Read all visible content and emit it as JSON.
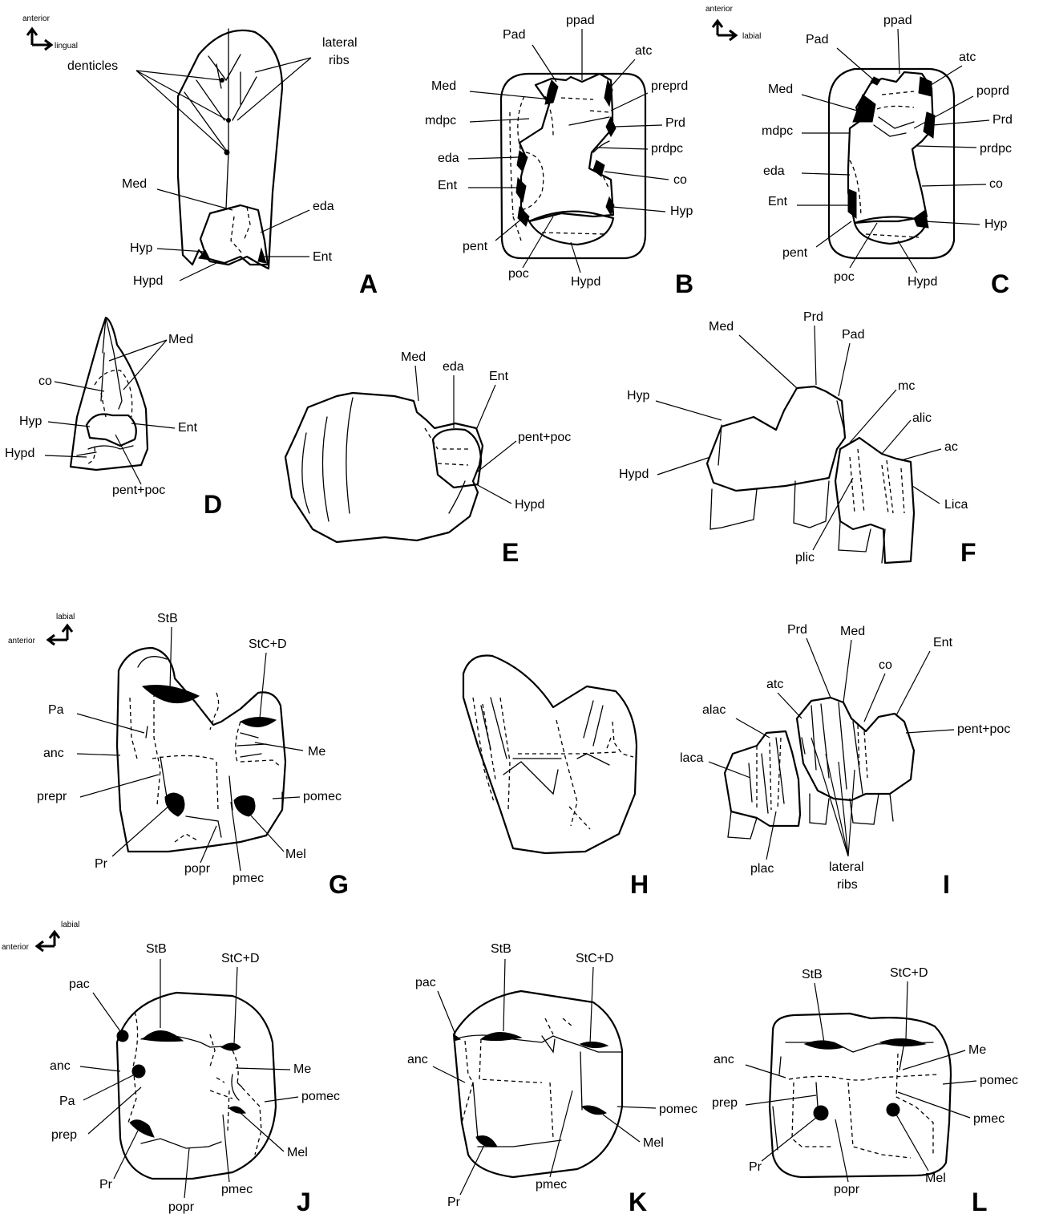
{
  "figure": {
    "orientation_keys": {
      "A": {
        "up": "anterior",
        "side": "lingual"
      },
      "C": {
        "up": "anterior",
        "side": "labial"
      },
      "G": {
        "up": "labial",
        "side": "anterior"
      },
      "J": {
        "up": "labial",
        "side": "anterior"
      }
    },
    "panels": {
      "A": {
        "letter": "A",
        "labels": {
          "denticles": "denticles",
          "lateral_ribs_1": "lateral",
          "lateral_ribs_2": "ribs",
          "Med": "Med",
          "eda": "eda",
          "Hyp": "Hyp",
          "Ent": "Ent",
          "Hypd": "Hypd"
        }
      },
      "B": {
        "letter": "B",
        "labels": {
          "ppad": "ppad",
          "Pad": "Pad",
          "atc": "atc",
          "Med": "Med",
          "preprd": "preprd",
          "mdpc": "mdpc",
          "Prd": "Prd",
          "prdpc": "prdpc",
          "eda": "eda",
          "co": "co",
          "Ent": "Ent",
          "Hyp": "Hyp",
          "pent": "pent",
          "poc": "poc",
          "Hypd": "Hypd"
        }
      },
      "C": {
        "letter": "C",
        "labels": {
          "ppad": "ppad",
          "Pad": "Pad",
          "atc": "atc",
          "Med": "Med",
          "poprd": "poprd",
          "mdpc": "mdpc",
          "Prd": "Prd",
          "prdpc": "prdpc",
          "eda": "eda",
          "co": "co",
          "Ent": "Ent",
          "Hyp": "Hyp",
          "pent": "pent",
          "poc": "poc",
          "Hypd": "Hypd"
        }
      },
      "D": {
        "letter": "D",
        "labels": {
          "Med": "Med",
          "co": "co",
          "Hyp": "Hyp",
          "Ent": "Ent",
          "Hypd": "Hypd",
          "pent_poc": "pent+poc"
        }
      },
      "E": {
        "letter": "E",
        "labels": {
          "Med": "Med",
          "eda": "eda",
          "Ent": "Ent",
          "pent_poc": "pent+poc",
          "Hypd": "Hypd"
        }
      },
      "F": {
        "letter": "F",
        "labels": {
          "Med": "Med",
          "Prd": "Prd",
          "Pad": "Pad",
          "Hyp": "Hyp",
          "mc": "mc",
          "alic": "alic",
          "ac": "ac",
          "Hypd": "Hypd",
          "Lica": "Lica",
          "plic": "plic"
        }
      },
      "G": {
        "letter": "G",
        "labels": {
          "StB": "StB",
          "StC_D": "StC+D",
          "Pa": "Pa",
          "anc": "anc",
          "Me": "Me",
          "prepr": "prepr",
          "pomec": "pomec",
          "Pr": "Pr",
          "Mel": "Mel",
          "popr": "popr",
          "pmec": "pmec"
        }
      },
      "H": {
        "letter": "H",
        "labels": {}
      },
      "I": {
        "letter": "I",
        "labels": {
          "Prd": "Prd",
          "Med": "Med",
          "Ent": "Ent",
          "atc": "atc",
          "co": "co",
          "alac": "alac",
          "pent_poc": "pent+poc",
          "laca": "laca",
          "plac": "plac",
          "lateral_ribs_1": "lateral",
          "lateral_ribs_2": "ribs"
        }
      },
      "J": {
        "letter": "J",
        "labels": {
          "StB": "StB",
          "StC_D": "StC+D",
          "pac": "pac",
          "anc": "anc",
          "Me": "Me",
          "Pa": "Pa",
          "pomec": "pomec",
          "prep": "prep",
          "Mel": "Mel",
          "Pr": "Pr",
          "pmec": "pmec",
          "popr": "popr"
        }
      },
      "K": {
        "letter": "K",
        "labels": {
          "StB": "StB",
          "StC_D": "StC+D",
          "pac": "pac",
          "anc": "anc",
          "pomec": "pomec",
          "Mel": "Mel",
          "pmec": "pmec",
          "Pr": "Pr"
        }
      },
      "L": {
        "letter": "L",
        "labels": {
          "StB": "StB",
          "StC_D": "StC+D",
          "Me": "Me",
          "anc": "anc",
          "pomec": "pomec",
          "prep": "prep",
          "pmec": "pmec",
          "Pr": "Pr",
          "Mel": "Mel",
          "popr": "popr"
        }
      }
    }
  }
}
